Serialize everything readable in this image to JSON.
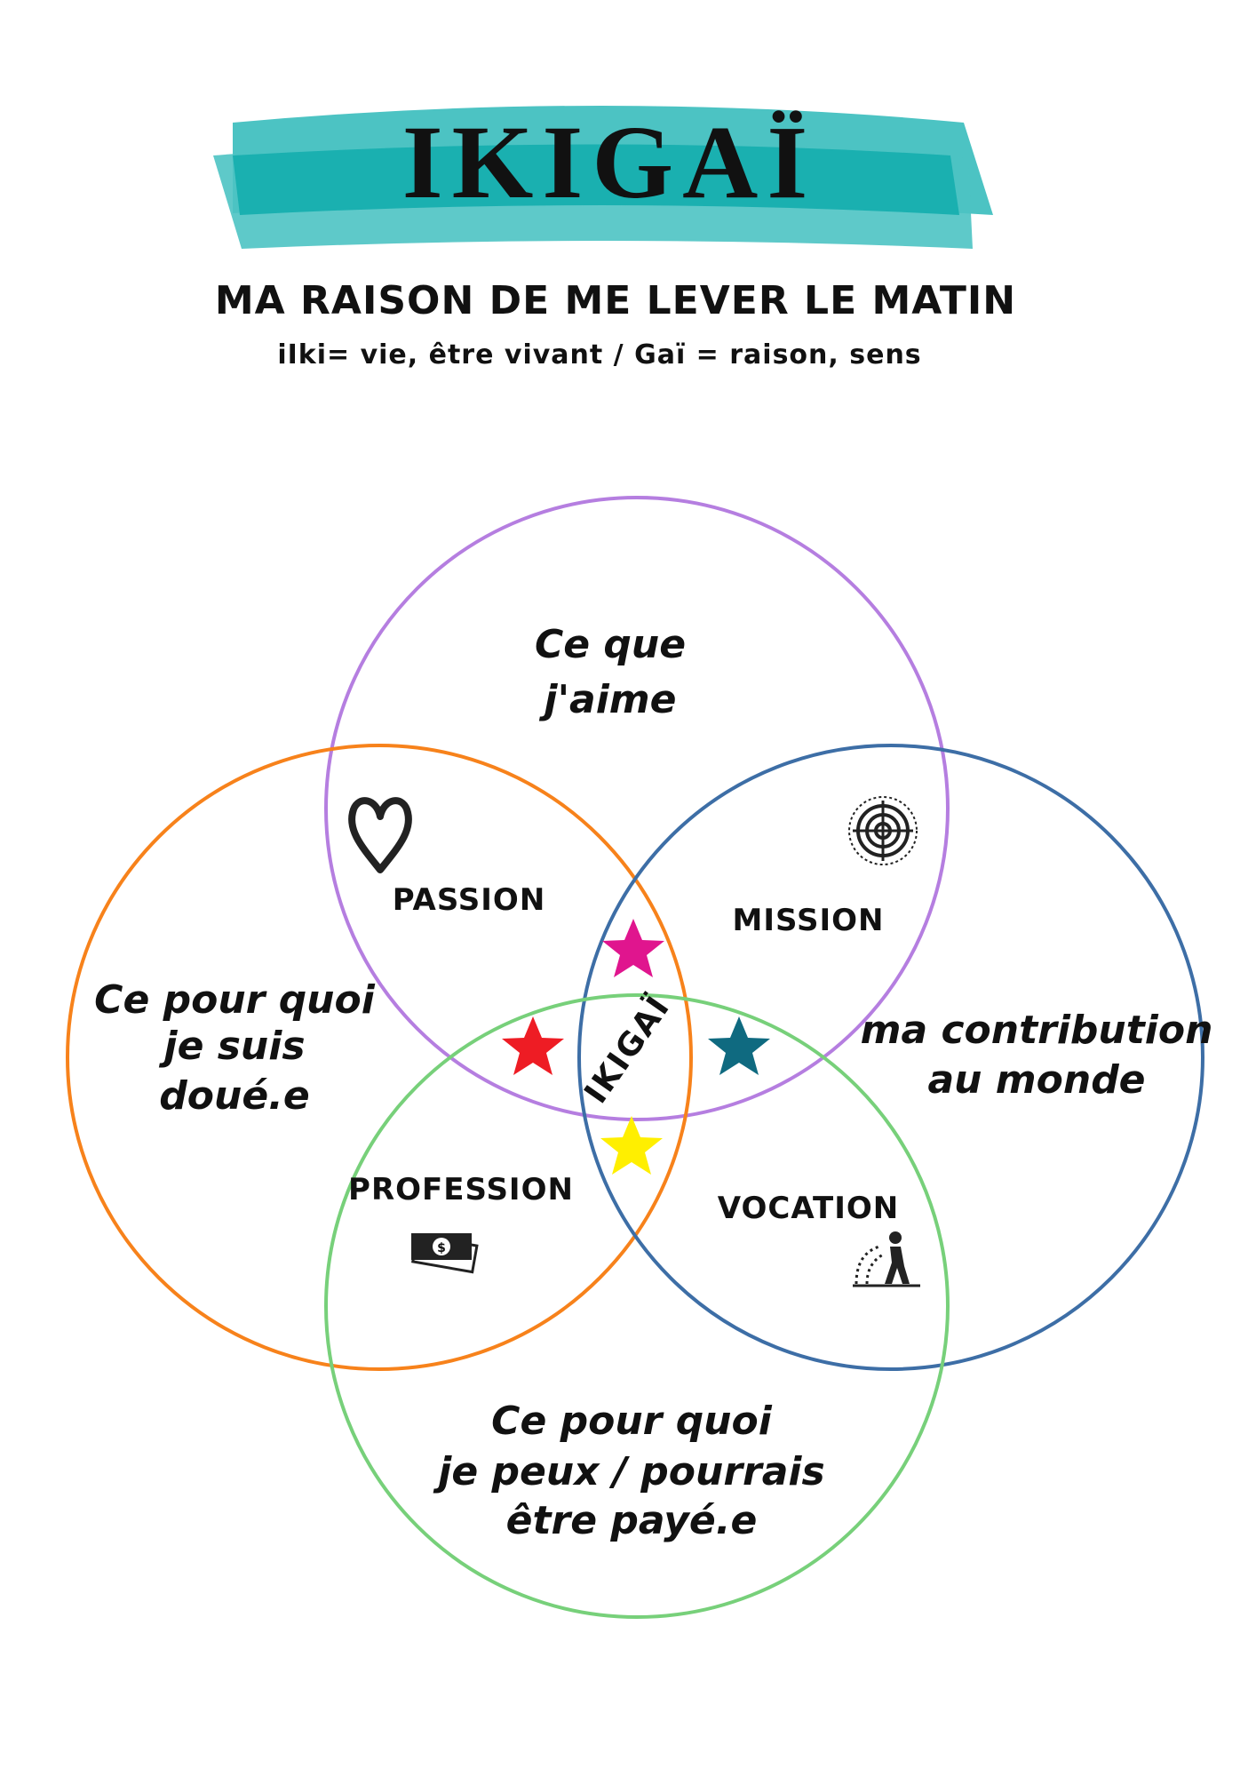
{
  "header": {
    "title": "IKIGAÏ",
    "subtitle": "MA RAISON DE ME LEVER LE MATIN",
    "definition": "iIki= vie, être vivant / Gaï = raison, sens"
  },
  "circles": {
    "love": {
      "lines": [
        "Ce que",
        "j'aime"
      ],
      "color": "#b57ee0"
    },
    "good_at": {
      "lines": [
        "Ce pour quoi",
        "je suis",
        "doué.e"
      ],
      "color": "#f7821b"
    },
    "world": {
      "lines": [
        "ma contribution",
        "au monde"
      ],
      "color": "#3d6ea6"
    },
    "paid": {
      "lines": [
        "Ce pour quoi",
        "je peux / pourrais",
        "être payé.e"
      ],
      "color": "#77d07a"
    }
  },
  "intersections": {
    "passion": "PASSION",
    "mission": "MISSION",
    "profession": "PROFESSION",
    "vocation": "VOCATION",
    "center": "IKIGAÏ"
  },
  "colors": {
    "banner": "#1ab0b0",
    "banner_light": "#4cc3c3",
    "star_magenta": "#e0158e",
    "star_red": "#ee1c24",
    "star_teal": "#0f6a80",
    "star_yellow": "#ffef00"
  }
}
